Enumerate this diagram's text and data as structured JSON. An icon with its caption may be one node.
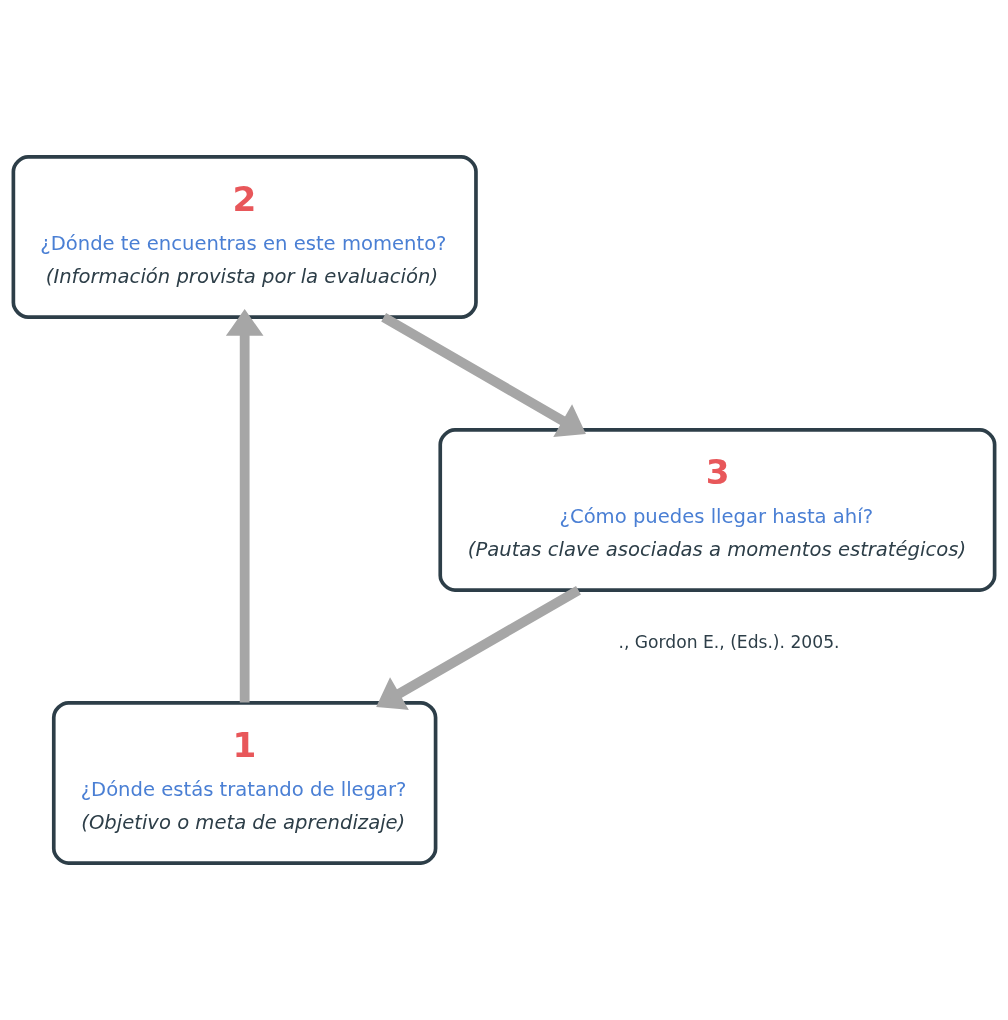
{
  "diagram": {
    "nodes": [
      {
        "text": [
          "1",
          "¿Dónde estás tratando de llegar?",
          "(Objetivo o meta de aprendizaje)"
        ]
      },
      {
        "text": [
          "2",
          "¿Dónde te encuentras en este momento?",
          "(Información provista por la evaluación)"
        ]
      },
      {
        "text": [
          "3",
          "¿Cómo puedes llegar hasta ahí?",
          "(Pautas clave asociadas a momentos estratégicos)"
        ]
      }
    ],
    "edges": [
      {
        "from": 0,
        "to": 1,
        "arrow": "to"
      },
      {
        "from": 1,
        "to": 2,
        "arrow": "to"
      },
      {
        "from": 2,
        "to": 0,
        "arrow": "to"
      }
    ],
    "labels": [
      "., Gordon E., (Eds.). 2005."
    ]
  }
}
